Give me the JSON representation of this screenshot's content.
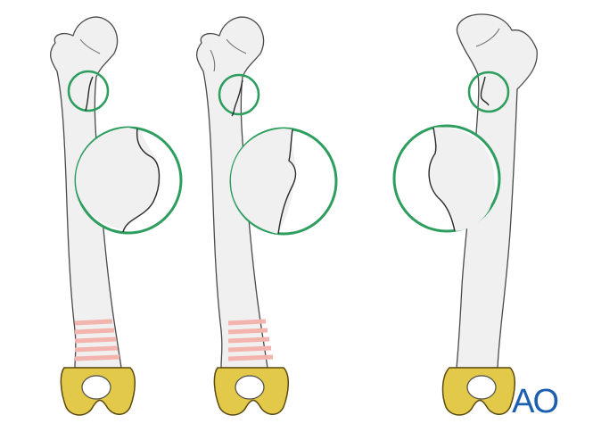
{
  "figure": {
    "panels": [
      {
        "id": "left",
        "has_pink_stripes": true,
        "zoom_side": "right"
      },
      {
        "id": "middle",
        "has_pink_stripes": true,
        "zoom_side": "right"
      },
      {
        "id": "right",
        "has_pink_stripes": false,
        "zoom_side": "left"
      }
    ],
    "logo_text": "AO",
    "colors": {
      "circle": "#2e9e5f",
      "bone": "#f0f0f0",
      "outline": "#4a4a4a",
      "condyle": "#e2c94a",
      "stripes": "#f4b4ae",
      "logo": "#1c5fb0"
    }
  }
}
